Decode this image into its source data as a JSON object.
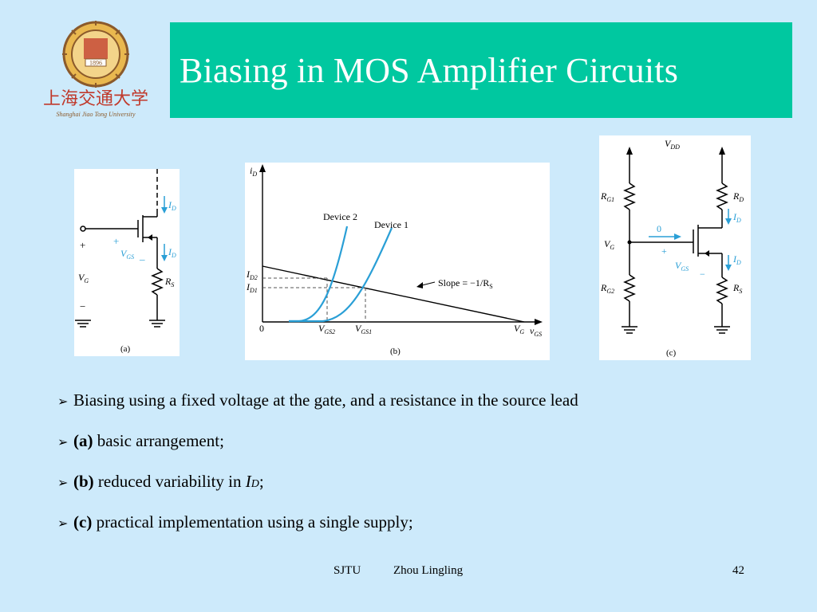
{
  "slide": {
    "title": "Biasing in MOS Amplifier Circuits",
    "logo": {
      "chinese": "上海交通大学",
      "year": "1896",
      "english": "Shanghai Jiao Tong University"
    }
  },
  "panel_a": {
    "caption": "(a)",
    "id": "I",
    "id_sub": "D",
    "id2": "I",
    "id2_sub": "D",
    "plus_gs": "+",
    "vgs": "V",
    "vgs_sub": "GS",
    "minus_gs": "_",
    "plus_g": "+",
    "vg": "V",
    "vg_sub": "G",
    "minus_g": "−",
    "rs": "R",
    "rs_sub": "S"
  },
  "panel_b": {
    "caption": "(b)",
    "y_axis": "i",
    "y_axis_sub": "D",
    "x_axis": "v",
    "x_axis_sub": "GS",
    "id2": "I",
    "id2_sub": "D2",
    "id1": "I",
    "id1_sub": "D1",
    "origin": "0",
    "vgs2": "V",
    "vgs2_sub": "GS2",
    "vgs1": "V",
    "vgs1_sub": "GS1",
    "vg": "V",
    "vg_sub": "G",
    "device2": "Device 2",
    "device1": "Device 1",
    "slope": "Slope = −1/R",
    "slope_sub": "S"
  },
  "panel_c": {
    "caption": "(c)",
    "vdd": "V",
    "vdd_sub": "DD",
    "rg1": "R",
    "rg1_sub": "G1",
    "rg2": "R",
    "rg2_sub": "G2",
    "rd": "R",
    "rd_sub": "D",
    "id": "I",
    "id_sub": "D",
    "id2": "I",
    "id2_sub": "D",
    "vg": "V",
    "vg_sub": "G",
    "zero": "0",
    "plus": "+",
    "vgs": "V",
    "vgs_sub": "GS",
    "minus": "−",
    "rs": "R",
    "rs_sub": "S"
  },
  "bullets": {
    "mark": "➢",
    "b1": "Biasing using a fixed voltage at the gate, and a resistance in the source lead",
    "b2_bold": "(a)",
    "b2_text": " basic arrangement;",
    "b3_bold": "(b)",
    "b3_text": " reduced variability in ",
    "b3_var": "I",
    "b3_sub": "D",
    "b3_end": ";",
    "b4_bold": "(c)",
    "b4_text": " practical implementation using a single supply;"
  },
  "footer": {
    "left": "SJTU",
    "author": "Zhou Lingling",
    "page": "42"
  },
  "colors": {
    "background": "#cdeafb",
    "title_bar": "#00c8a0",
    "title_text": "#ffffff",
    "accent_blue": "#2a9fd6",
    "logo_red": "#c0392b",
    "logo_brown": "#8b5a2b"
  }
}
